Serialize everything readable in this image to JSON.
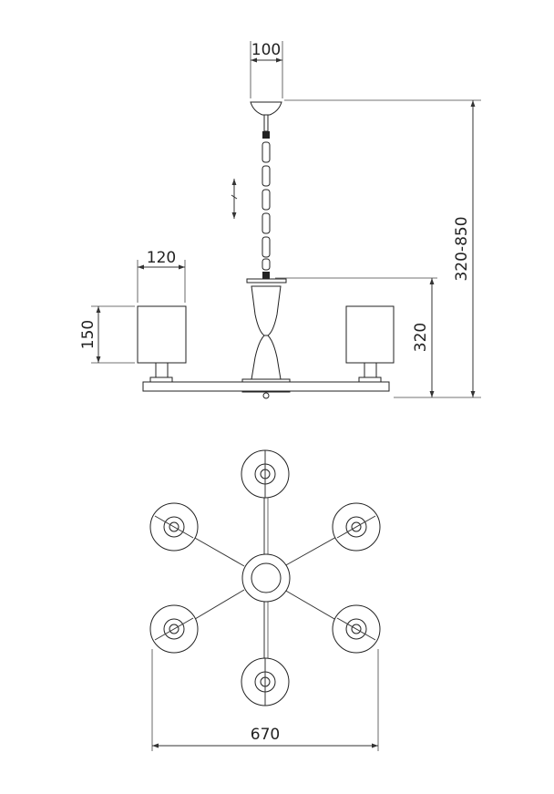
{
  "dimensions": {
    "canopy_width": "100",
    "shade_width": "120",
    "shade_height": "150",
    "body_height": "320",
    "total_height": "320-850",
    "span_width": "670"
  },
  "colors": {
    "line": "#333333",
    "background": "#ffffff"
  }
}
